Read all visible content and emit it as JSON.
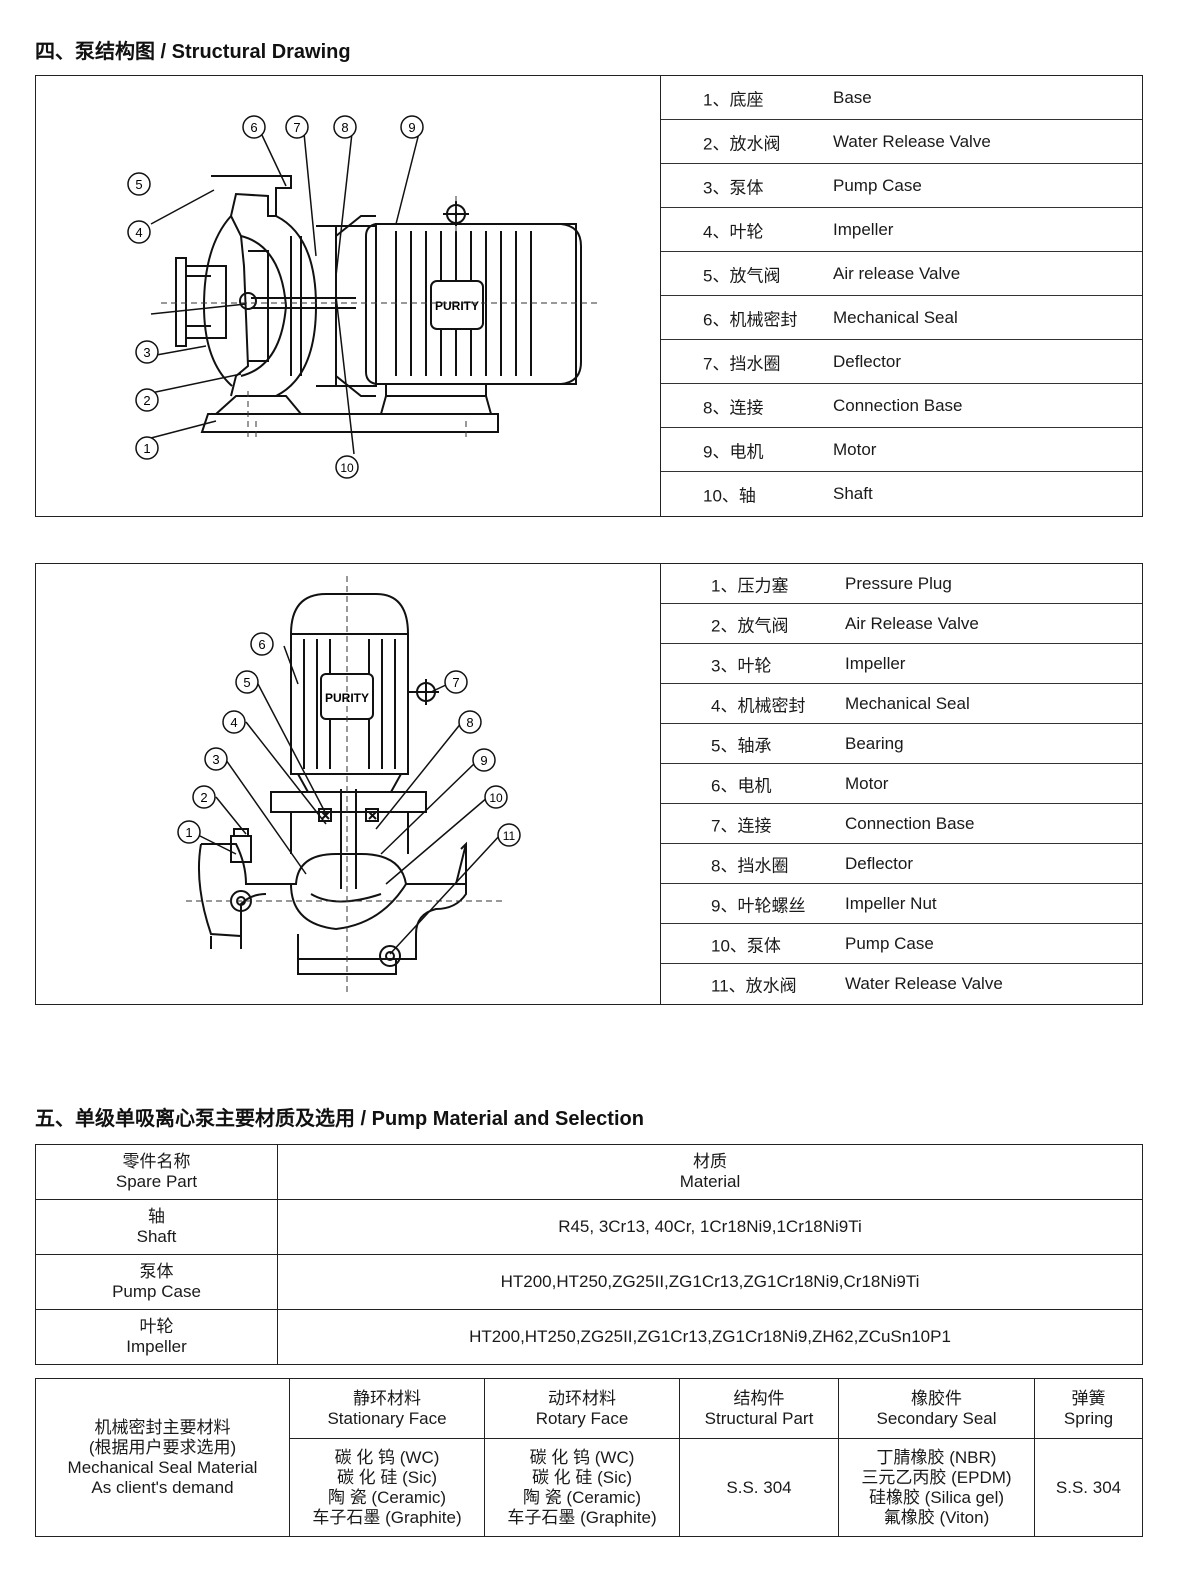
{
  "section4": {
    "title": "四、泵结构图 / Structural Drawing"
  },
  "drawing1": {
    "brand": "PURITY",
    "callouts": [
      "1",
      "2",
      "3",
      "4",
      "5",
      "6",
      "7",
      "8",
      "9",
      "10"
    ],
    "legend": [
      {
        "cn": "1、底座",
        "en": "Base"
      },
      {
        "cn": "2、放水阀",
        "en": "Water Release Valve"
      },
      {
        "cn": "3、泵体",
        "en": "Pump Case"
      },
      {
        "cn": "4、叶轮",
        "en": "Impeller"
      },
      {
        "cn": "5、放气阀",
        "en": "Air release Valve"
      },
      {
        "cn": "6、机械密封",
        "en": "Mechanical Seal"
      },
      {
        "cn": "7、挡水圈",
        "en": "Deflector"
      },
      {
        "cn": "8、连接",
        "en": "Connection Base"
      },
      {
        "cn": "9、电机",
        "en": "Motor"
      },
      {
        "cn": "10、轴",
        "en": "Shaft"
      }
    ]
  },
  "drawing2": {
    "brand": "PURITY",
    "callouts": [
      "1",
      "2",
      "3",
      "4",
      "5",
      "6",
      "7",
      "8",
      "9",
      "10",
      "11"
    ],
    "legend": [
      {
        "cn": "1、压力塞",
        "en": "Pressure Plug"
      },
      {
        "cn": "2、放气阀",
        "en": "Air Release Valve"
      },
      {
        "cn": "3、叶轮",
        "en": "Impeller"
      },
      {
        "cn": "4、机械密封",
        "en": "Mechanical Seal"
      },
      {
        "cn": "5、轴承",
        "en": "Bearing"
      },
      {
        "cn": "6、电机",
        "en": "Motor"
      },
      {
        "cn": "7、连接",
        "en": "Connection Base"
      },
      {
        "cn": "8、挡水圈",
        "en": "Deflector"
      },
      {
        "cn": "9、叶轮螺丝",
        "en": "Impeller Nut"
      },
      {
        "cn": "10、泵体",
        "en": "Pump Case"
      },
      {
        "cn": "11、放水阀",
        "en": "Water Release Valve"
      }
    ]
  },
  "section5": {
    "title": "五、单级单吸离心泵主要材质及选用 / Pump Material and Selection"
  },
  "materials": {
    "header": {
      "part_cn": "零件名称",
      "part_en": "Spare  Part",
      "mat_cn": "材质",
      "mat_en": "Material"
    },
    "rows": [
      {
        "cn": "轴",
        "en": "Shaft",
        "material": "R45, 3Cr13, 40Cr, 1Cr18Ni9,1Cr18Ni9Ti"
      },
      {
        "cn": "泵体",
        "en": "Pump  Case",
        "material": "HT200,HT250,ZG25II,ZG1Cr13,ZG1Cr18Ni9,Cr18Ni9Ti"
      },
      {
        "cn": "叶轮",
        "en": "Impeller",
        "material": "HT200,HT250,ZG25II,ZG1Cr13,ZG1Cr18Ni9,ZH62,ZCuSn10P1"
      }
    ]
  },
  "seal": {
    "label": [
      "机械密封主要材料",
      "(根据用户要求选用)",
      "Mechanical  Seal  Material",
      "As client's demand"
    ],
    "columns": [
      {
        "cn": "静环材料",
        "en": "Stationary  Face",
        "values": [
          "碳 化 钨 (WC)",
          "碳 化 硅 (Sic)",
          "陶 瓷 (Ceramic)",
          "车子石墨 (Graphite)"
        ]
      },
      {
        "cn": "动环材料",
        "en": "Rotary  Face",
        "values": [
          "碳 化 钨 (WC)",
          "碳 化 硅 (Sic)",
          "陶 瓷 (Ceramic)",
          "车子石墨 (Graphite)"
        ]
      },
      {
        "cn": "结构件",
        "en": "Structural  Part",
        "values": [
          "S.S. 304"
        ]
      },
      {
        "cn": "橡胶件",
        "en": "Secondary  Seal",
        "values": [
          "丁腈橡胶 (NBR)",
          "三元乙丙胶 (EPDM)",
          "硅橡胶 (Silica gel)",
          "氟橡胶 (Viton)"
        ]
      },
      {
        "cn": "弹簧",
        "en": "Spring",
        "values": [
          "S.S. 304"
        ]
      }
    ]
  }
}
